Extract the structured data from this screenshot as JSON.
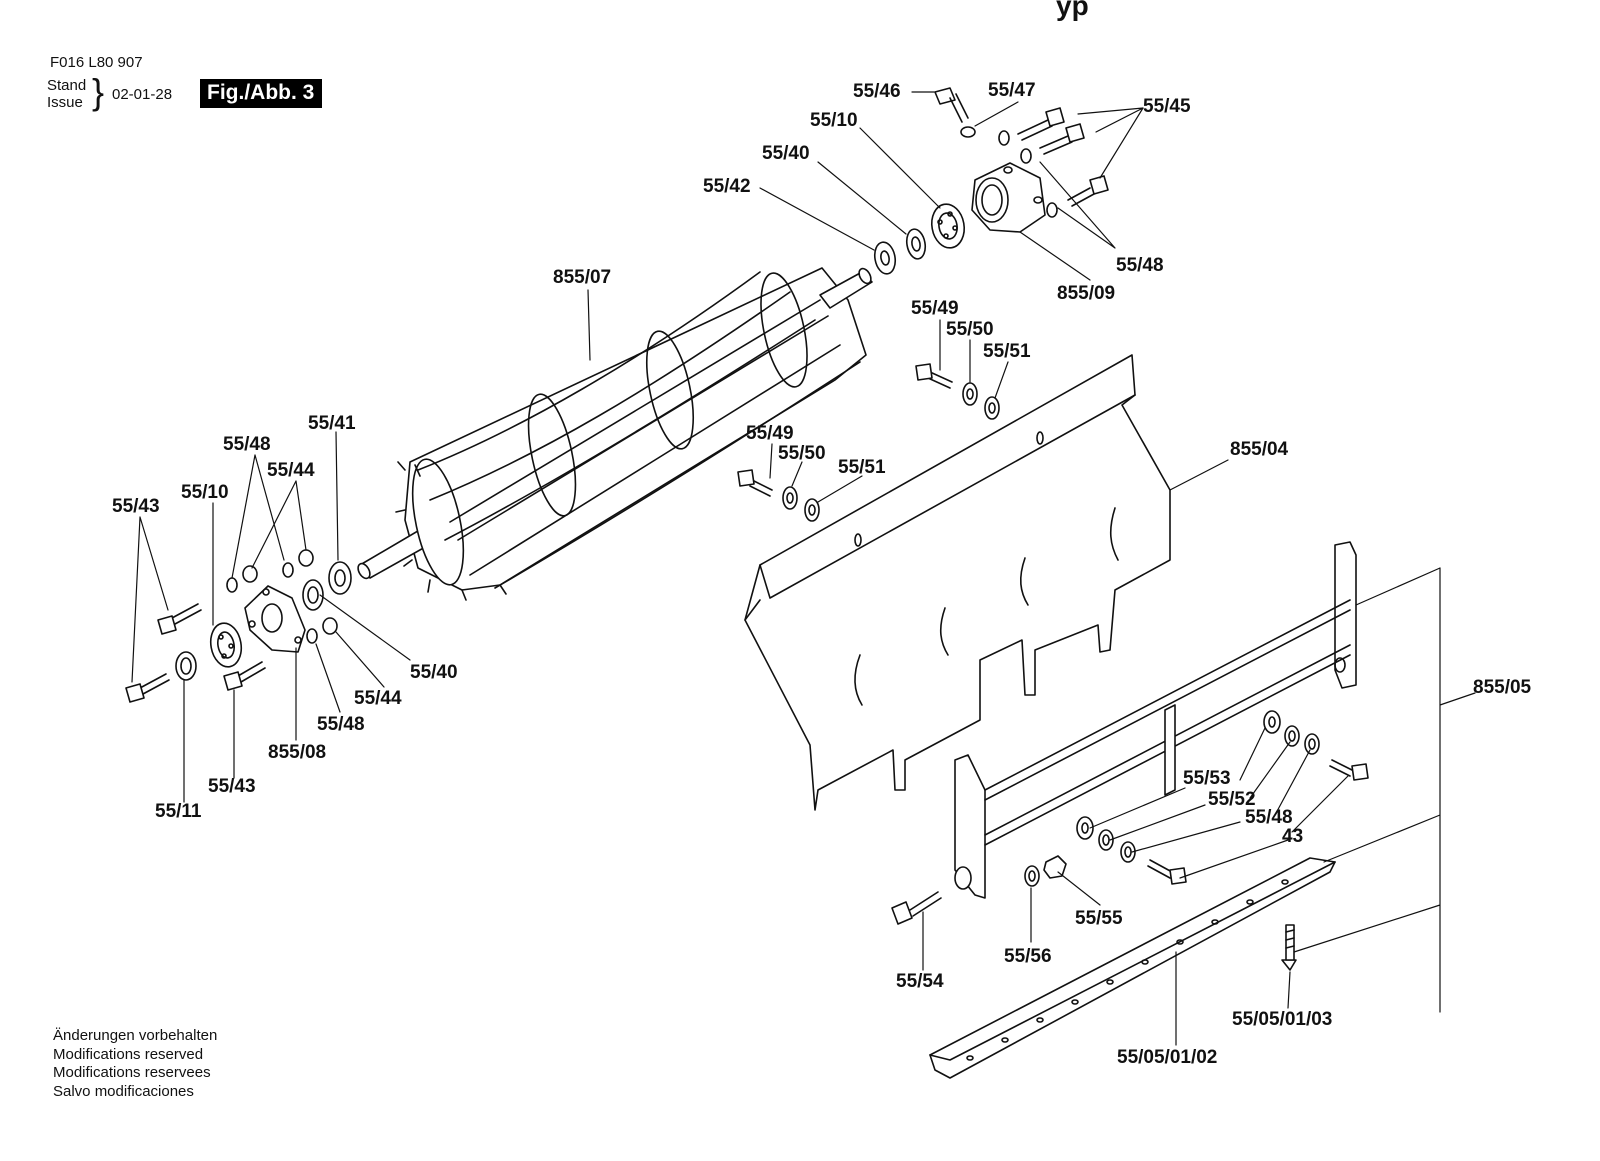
{
  "header": {
    "doc_code": "F016 L80 907",
    "stand_label": "Stand",
    "issue_label": "Issue",
    "date": "02-01-28",
    "figure_label": "Fig./Abb. 3",
    "top_fragment": "yp"
  },
  "footer": {
    "lines": [
      "Änderungen vorbehalten",
      "Modifications reserved",
      "Modifications reservees",
      "Salvo modificaciones"
    ]
  },
  "labels": {
    "p5546": "55/46",
    "p5547": "55/47",
    "p5545": "55/45",
    "p5510a": "55/10",
    "p5540a": "55/40",
    "p5542": "55/42",
    "p5548a": "55/48",
    "p85509": "855/09",
    "p85507": "855/07",
    "p5549a": "55/49",
    "p5550a": "55/50",
    "p5551a": "55/51",
    "p5541": "55/41",
    "p5548b": "55/48",
    "p5544a": "55/44",
    "p5510b": "55/10",
    "p5543a": "55/43",
    "p5549b": "55/49",
    "p5550b": "55/50",
    "p5551b": "55/51",
    "p85504": "855/04",
    "p5540b": "55/40",
    "p5544b": "55/44",
    "p5548c": "55/48",
    "p85508": "855/08",
    "p5543b": "55/43",
    "p5511": "55/11",
    "p85505": "855/05",
    "p5553": "55/53",
    "p5552": "55/52",
    "p5548d": "55/48",
    "p43": "43",
    "p5555": "55/55",
    "p5554": "55/54",
    "p5556": "55/56",
    "p55050103": "55/05/01/03",
    "p55050102": "55/05/01/02"
  }
}
